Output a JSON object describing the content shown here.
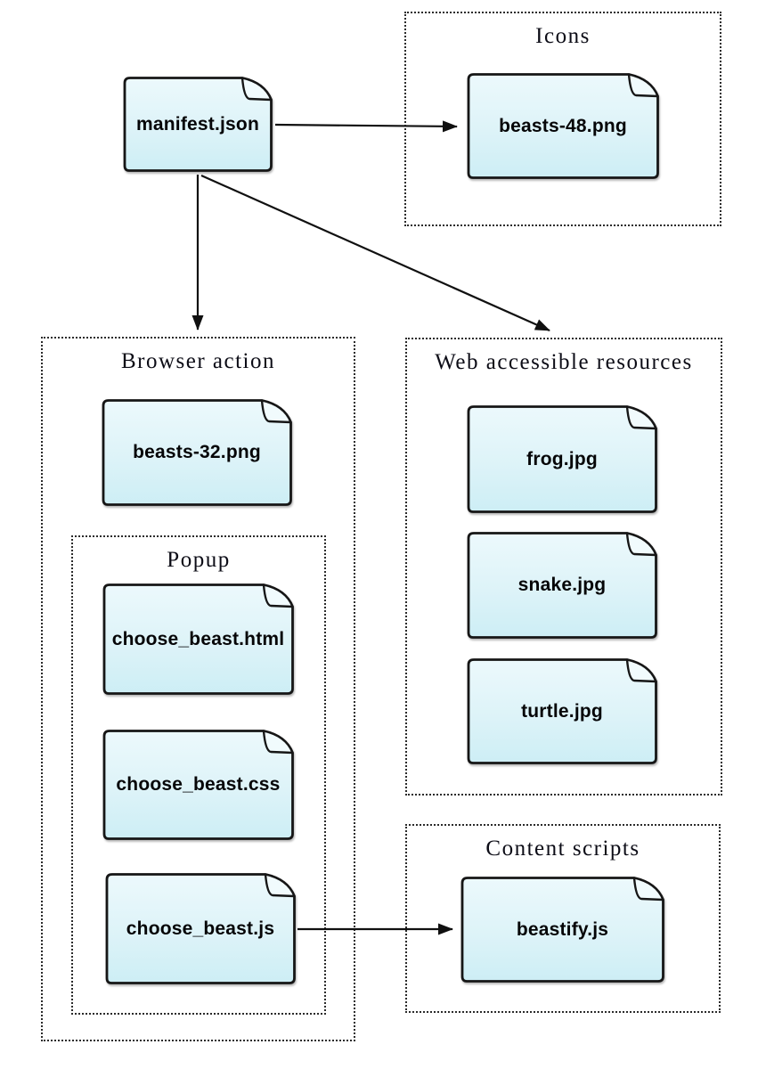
{
  "groups": {
    "icons": {
      "label": "Icons"
    },
    "browser_action": {
      "label": "Browser action"
    },
    "popup": {
      "label": "Popup"
    },
    "web_accessible": {
      "label": "Web accessible resources"
    },
    "content_scripts": {
      "label": "Content scripts"
    }
  },
  "nodes": {
    "manifest": {
      "label": "manifest.json"
    },
    "beasts48": {
      "label": "beasts-48.png"
    },
    "beasts32": {
      "label": "beasts-32.png"
    },
    "choose_html": {
      "label": "choose_beast.html"
    },
    "choose_css": {
      "label": "choose_beast.css"
    },
    "choose_js": {
      "label": "choose_beast.js"
    },
    "frog": {
      "label": "frog.jpg"
    },
    "snake": {
      "label": "snake.jpg"
    },
    "turtle": {
      "label": "turtle.jpg"
    },
    "beastify": {
      "label": "beastify.js"
    }
  },
  "edges": [
    {
      "from": "manifest.json",
      "to": "beasts-48.png"
    },
    {
      "from": "manifest.json",
      "to": "Browser action"
    },
    {
      "from": "manifest.json",
      "to": "Web accessible resources"
    },
    {
      "from": "choose_beast.js",
      "to": "beastify.js"
    }
  ],
  "colors": {
    "node_fill_top": "#ecf9fc",
    "node_fill_bottom": "#cdeef5",
    "fold_fill": "#f1fbfd",
    "node_border": "#161616",
    "group_border": "#2b2b2b",
    "arrow": "#101010",
    "file_text": "#050507",
    "group_text": "#0c0c16"
  }
}
